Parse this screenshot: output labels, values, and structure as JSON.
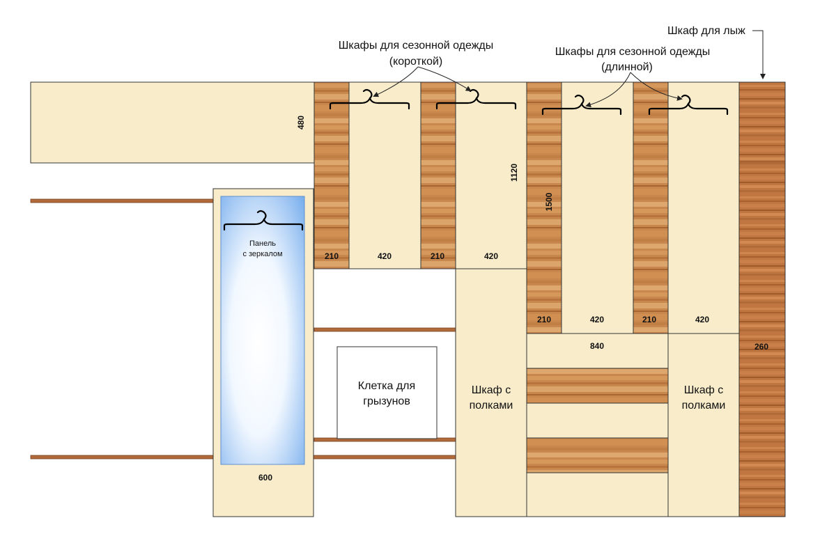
{
  "colors": {
    "cream": "#f8eccb",
    "cream_edge": "#e9d6a8",
    "wood_light": "#d99e5e",
    "wood_mid": "#c7894b",
    "wood_dark": "#b5703a",
    "rod": "#b06a3c",
    "mirror_edge": "#7fb3f0",
    "mirror_center": "#ffffff",
    "outline": "#333333"
  },
  "labels": {
    "ski_cabinet": "Шкаф для лыж",
    "seasonal_short_line1": "Шкафы для сезонной одежды",
    "seasonal_short_line2": "(короткой)",
    "seasonal_long_line1": "Шкафы для сезонной одежды",
    "seasonal_long_line2": "(длинной)",
    "mirror_panel_line1": "Панель",
    "mirror_panel_line2": "с зеркалом",
    "rodent_cage_line1": "Клетка для",
    "rodent_cage_line2": "грызунов",
    "shelves_left_line1": "Шкаф с",
    "shelves_left_line2": "полками",
    "shelves_right_line1": "Шкаф с",
    "shelves_right_line2": "полками"
  },
  "dimensions": {
    "top_shelf_depth": "480",
    "short_section_height": "1120",
    "long_section_height": "1500",
    "short_narrow_1": "210",
    "short_wide_1": "420",
    "short_narrow_2": "210",
    "short_wide_2": "420",
    "long_narrow_1": "210",
    "long_wide_1": "420",
    "long_narrow_2": "210",
    "long_wide_2": "420",
    "drawer_unit_width": "840",
    "ski_cabinet_width": "260",
    "mirror_panel_width": "600"
  },
  "icons": {
    "hanger": "hanger-icon"
  }
}
